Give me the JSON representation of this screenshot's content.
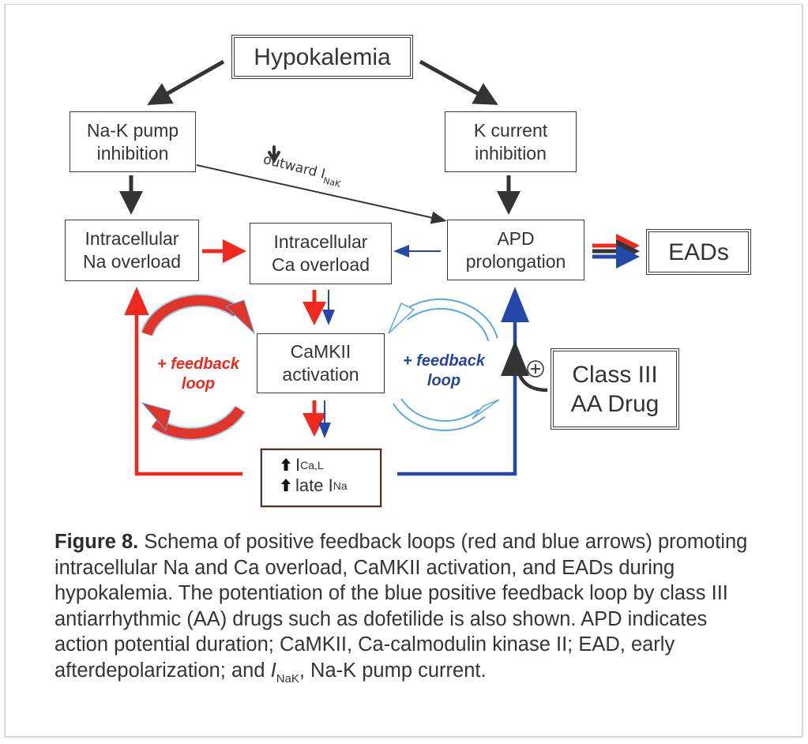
{
  "figure": {
    "nodes": {
      "hypokalemia": "Hypokalemia",
      "nak_pump": [
        "Na-K pump",
        "inhibition"
      ],
      "k_current": [
        "K current",
        "inhibition"
      ],
      "na_overload": [
        "Intracellular",
        "Na overload"
      ],
      "ca_overload": [
        "Intracellular",
        "Ca overload"
      ],
      "apd": [
        "APD",
        "prolongation"
      ],
      "eads": "EADs",
      "camkii": [
        "CaMKII",
        "activation"
      ],
      "class3": [
        "Class III",
        "AA Drug"
      ],
      "currents": [
        {
          "prefix": "I",
          "sub": "Ca,L"
        },
        {
          "prefix": "late I",
          "sub": "Na"
        }
      ]
    },
    "edge_labels": {
      "outward_inak": {
        "text": "outward I",
        "sub": "NaK",
        "direction_icon": "down-arrow"
      },
      "plus_sign": "+"
    },
    "feedback_loops": {
      "red": {
        "line1": "+ feedback",
        "line2": "loop",
        "color": "#f0281e"
      },
      "blue": {
        "line1": "+ feedback",
        "line2": "loop",
        "color": "#2545a0"
      }
    },
    "colors": {
      "dark": "#333338",
      "red": "#f0281e",
      "blue": "#2548a8",
      "light_blue": "#5aa8dc"
    }
  },
  "caption": {
    "label": "Figure 8.",
    "segments": [
      " Schema of positive feedback loops (red and blue arrows) promoting intracellular Na and Ca overload, CaMKII activation, and EADs during hypokalemia. The potentiation of the blue positive feedback loop by class III antiarrhythmic (AA) drugs such as dofetilide is also shown. APD indicates action potential duration; CaMKII, Ca-calmodulin kinase II; EAD, early afterdepolarization; and ",
      "I",
      "NaK",
      ", Na-K pump current."
    ]
  }
}
